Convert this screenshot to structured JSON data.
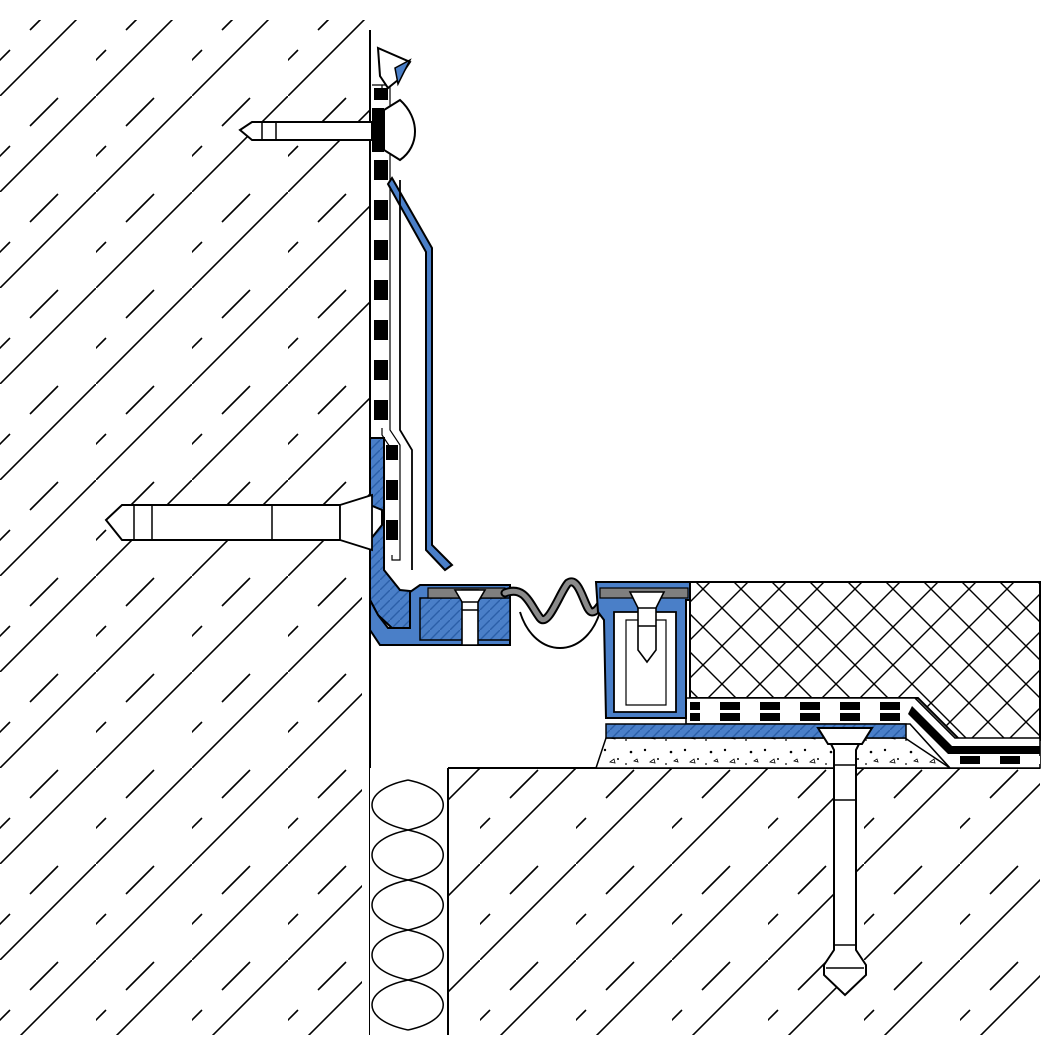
{
  "diagram": {
    "kind": "cross-section detail, wall-to-floor expansion joint",
    "colors": {
      "background": "#ffffff",
      "line": "#000000",
      "profile_fill": "#4a7fc8",
      "profile_hatch": "#2b5fa8",
      "bead": "#8a8a8a"
    },
    "hatches": [
      "concrete-diagonal-hatch",
      "insulation-hatch",
      "crosshatch-screed",
      "screed-speckle"
    ],
    "components": [
      "wall-concrete",
      "floor-concrete",
      "insulation-layer",
      "floor-screed",
      "mortar-bed",
      "waterproofing-membrane-vertical",
      "waterproofing-membrane-horizontal",
      "wall-angle-profile",
      "floor-channel-profile",
      "rubber-insert-bead",
      "upper-wall-screw",
      "lower-wall-anchor",
      "floor-anchor"
    ]
  }
}
